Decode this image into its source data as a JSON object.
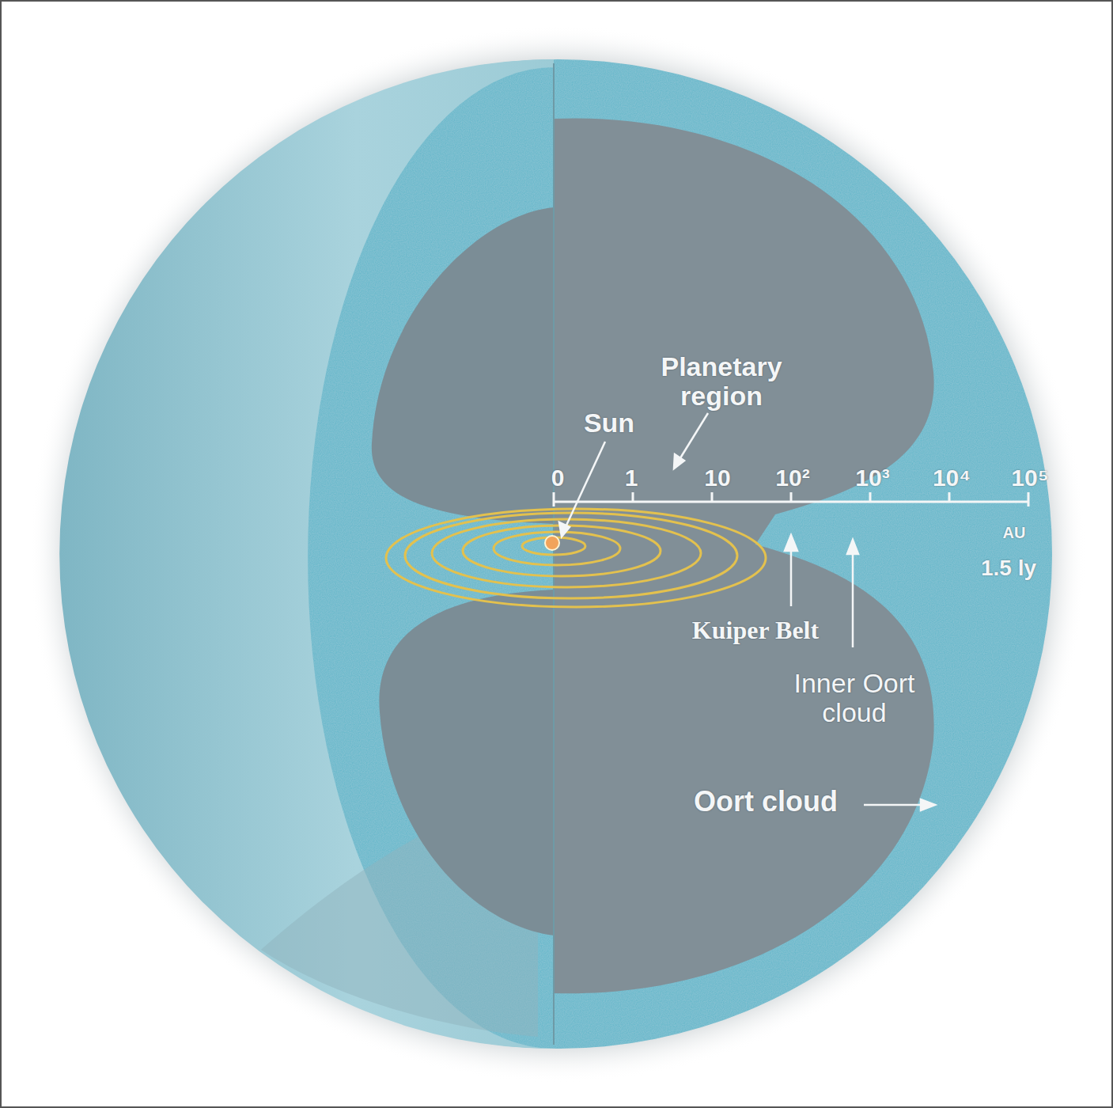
{
  "diagram": {
    "labels": [
      "Planetary region",
      "Sun",
      "0",
      "1",
      "10",
      "10²",
      "10³",
      "10⁴",
      "10⁵",
      "AU",
      "1.5 ly",
      "Kuiper Belt",
      "Inner Oort cloud",
      "Oort cloud"
    ]
  }
}
